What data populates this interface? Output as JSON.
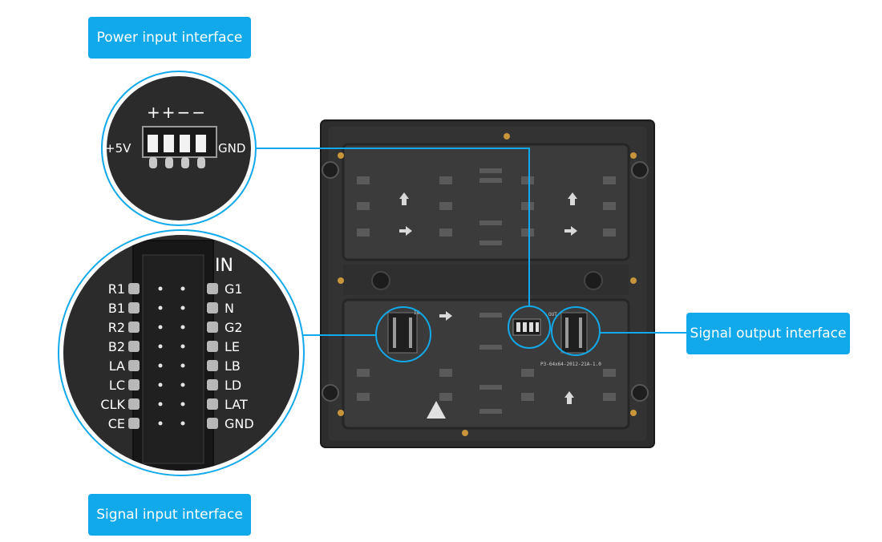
{
  "callouts": {
    "power": "Power input interface",
    "signal_input": "Signal input interface",
    "signal_output": "Signal output interface"
  },
  "power_zoom": {
    "symbols": "++−−",
    "left_label": "+5V",
    "right_label": "GND"
  },
  "signal_zoom": {
    "header": "IN",
    "left_pins": [
      "R1",
      "B1",
      "R2",
      "B2",
      "LA",
      "LC",
      "CLK",
      "CE"
    ],
    "right_pins": [
      "G1",
      "N",
      "G2",
      "LE",
      "LB",
      "LD",
      "LAT",
      "GND"
    ]
  },
  "board": {
    "model_text": "P3-64x64-2012-21A-1.0",
    "in_label": "IN",
    "out_label": "OUT"
  },
  "colors": {
    "accent": "#12a9ea",
    "board": "#2b2b2b",
    "module": "#3a3a3a"
  }
}
